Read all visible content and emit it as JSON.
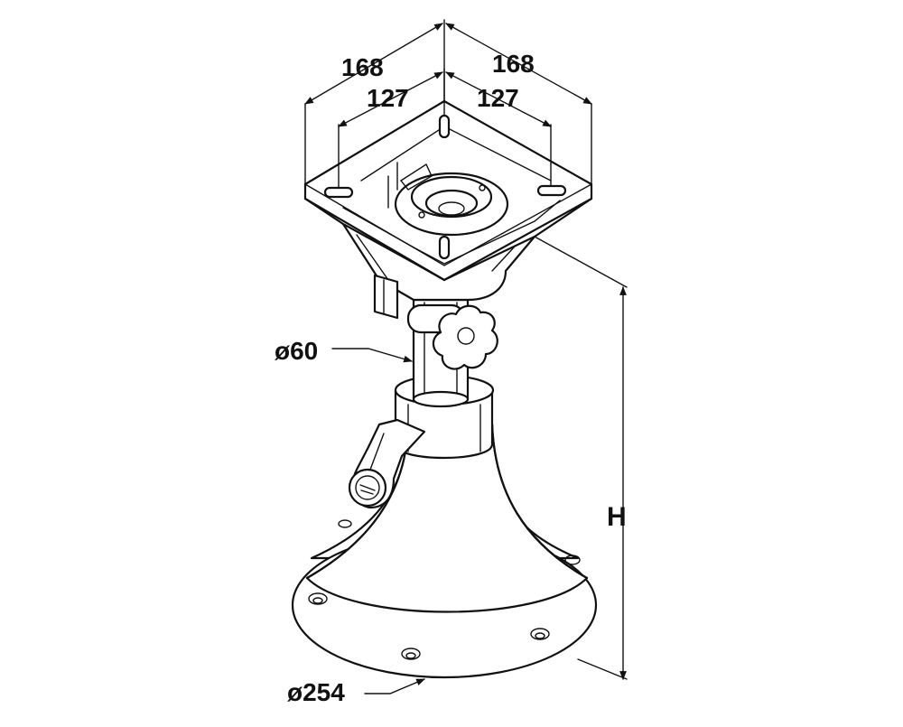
{
  "dimensions": {
    "outer_left": "168",
    "outer_right": "168",
    "inner_left": "127",
    "inner_right": "127",
    "column_diameter": "ø60",
    "base_diameter": "ø254",
    "height": "H"
  },
  "colors": {
    "line": "#111111",
    "background": "#ffffff"
  }
}
